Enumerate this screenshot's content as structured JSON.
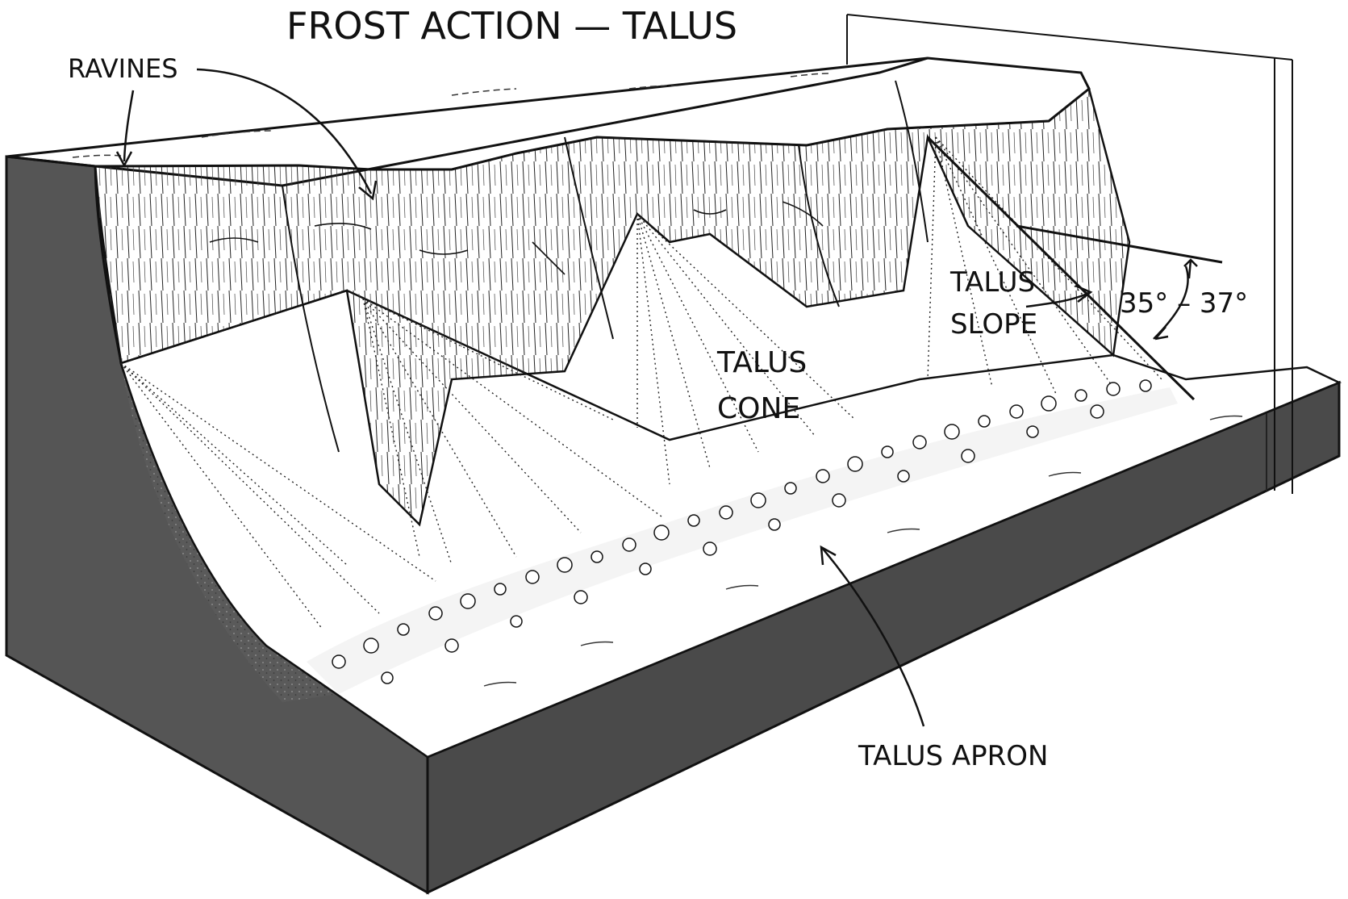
{
  "title": "FROST ACTION — TALUS",
  "labels": {
    "ravines": "RAVINES",
    "talus_slope_line1": "TALUS",
    "talus_slope_line2": "SLOPE",
    "angle": "35° – 37°",
    "talus_cone_line1": "TALUS",
    "talus_cone_line2": "CONE",
    "talus_apron": "TALUS APRON"
  },
  "colors": {
    "ink": "#111111",
    "block_side": "#555555",
    "block_side_front": "#4a4a4a",
    "paper": "#ffffff"
  }
}
